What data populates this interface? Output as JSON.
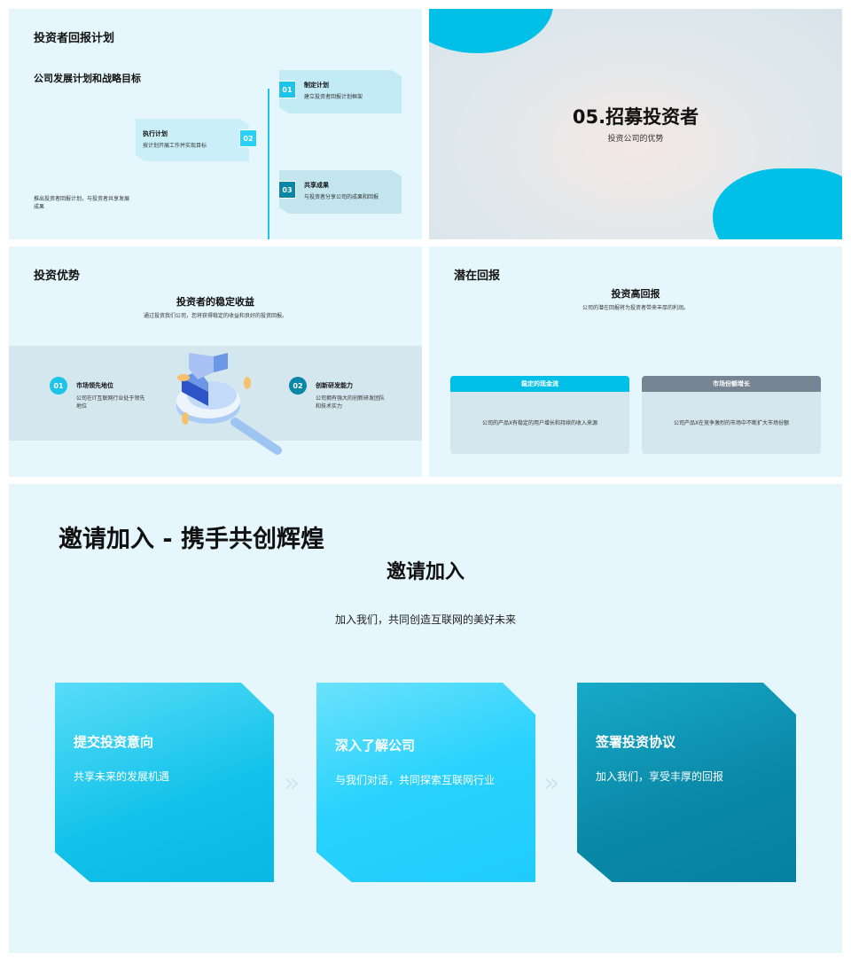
{
  "slide1": {
    "title": "投资者回报计划",
    "subtitle": "公司发展计划和战略目标",
    "note": "推出投资者回报计划，与投资者共享发展成果",
    "steps": [
      {
        "num": "01",
        "title": "制定计划",
        "desc": "建立投资者回报计划框架"
      },
      {
        "num": "02",
        "title": "执行计划",
        "desc": "按计划开展工作并实现目标"
      },
      {
        "num": "03",
        "title": "共享成果",
        "desc": "与投资者分享公司的成果和回报"
      }
    ]
  },
  "slide2": {
    "title": "05.招募投资者",
    "subtitle": "投资公司的优势"
  },
  "slide3": {
    "title": "投资优势",
    "heading": "投资者的稳定收益",
    "desc": "通过投资我们公司，您将获得稳定的收益和良好的投资回报。",
    "items": [
      {
        "num": "01",
        "title": "市场领先地位",
        "desc": "公司在IT互联网行业处于领先地位"
      },
      {
        "num": "02",
        "title": "创新研发能力",
        "desc": "公司拥有强大的创新研发团队和技术实力"
      }
    ]
  },
  "slide4": {
    "title": "潜在回报",
    "heading": "投资高回报",
    "desc": "公司的潜在回报将为投资者带来丰厚的利润。",
    "cards": [
      {
        "title": "稳定的现金流",
        "desc": "公司的产品X有稳定的用户增长和持续的收入来源"
      },
      {
        "title": "市场份额增长",
        "desc": "公司产品X在竞争激烈的市场中不断扩大市场份额"
      }
    ]
  },
  "slide5": {
    "title": "邀请加入 - 携手共创辉煌",
    "heading": "邀请加入",
    "desc": "加入我们，共同创造互联网的美好未来",
    "cards": [
      {
        "title": "提交投资意向",
        "desc": "共享未来的发展机遇"
      },
      {
        "title": "深入了解公司",
        "desc": "与我们对话，共同探索互联网行业"
      },
      {
        "title": "签署投资协议",
        "desc": "加入我们，享受丰厚的回报"
      }
    ],
    "arrow": "»"
  }
}
